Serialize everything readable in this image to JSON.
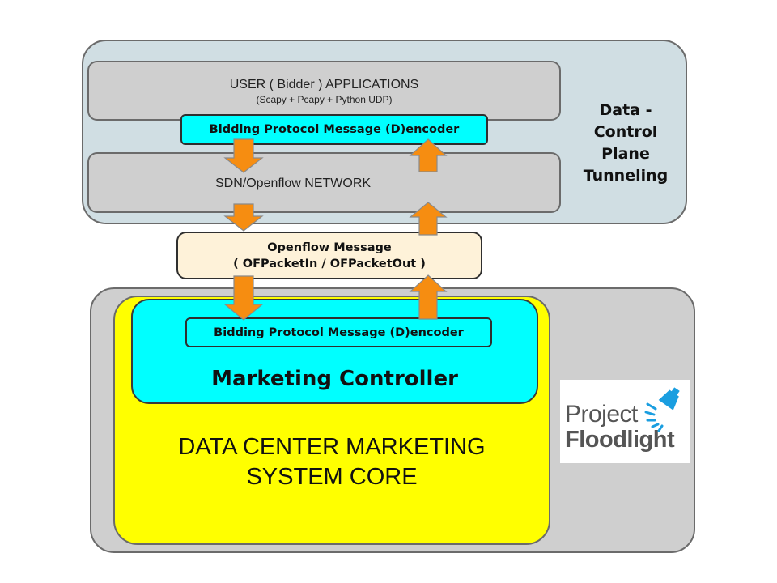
{
  "top_panel": {
    "user_apps_title": "USER ( Bidder )  APPLICATIONS",
    "user_apps_subtitle": "(Scapy + Pcapy + Python UDP)",
    "encoder_label": "Bidding Protocol Message (D)encoder",
    "network_label": "SDN/Openflow  NETWORK",
    "side_label_lines": [
      "Data -",
      "Control",
      "Plane",
      "Tunneling"
    ]
  },
  "openflow_message": {
    "line1": "Openflow Message",
    "line2": "( OFPacketIn / OFPacketOut )"
  },
  "bottom_panel": {
    "encoder_label": "Bidding Protocol Message (D)encoder",
    "controller_label": "Marketing Controller",
    "core_line1": "DATA CENTER MARKETING",
    "core_line2": "SYSTEM CORE"
  },
  "logo": {
    "word1": "Project",
    "word2": "Floodlight"
  },
  "colors": {
    "arrow_fill": "#f68d11",
    "arrow_stroke": "#8a8a8a",
    "cyan": "#00ffff",
    "yellow": "#ffff00",
    "logo_blue": "#1a9ee0"
  }
}
